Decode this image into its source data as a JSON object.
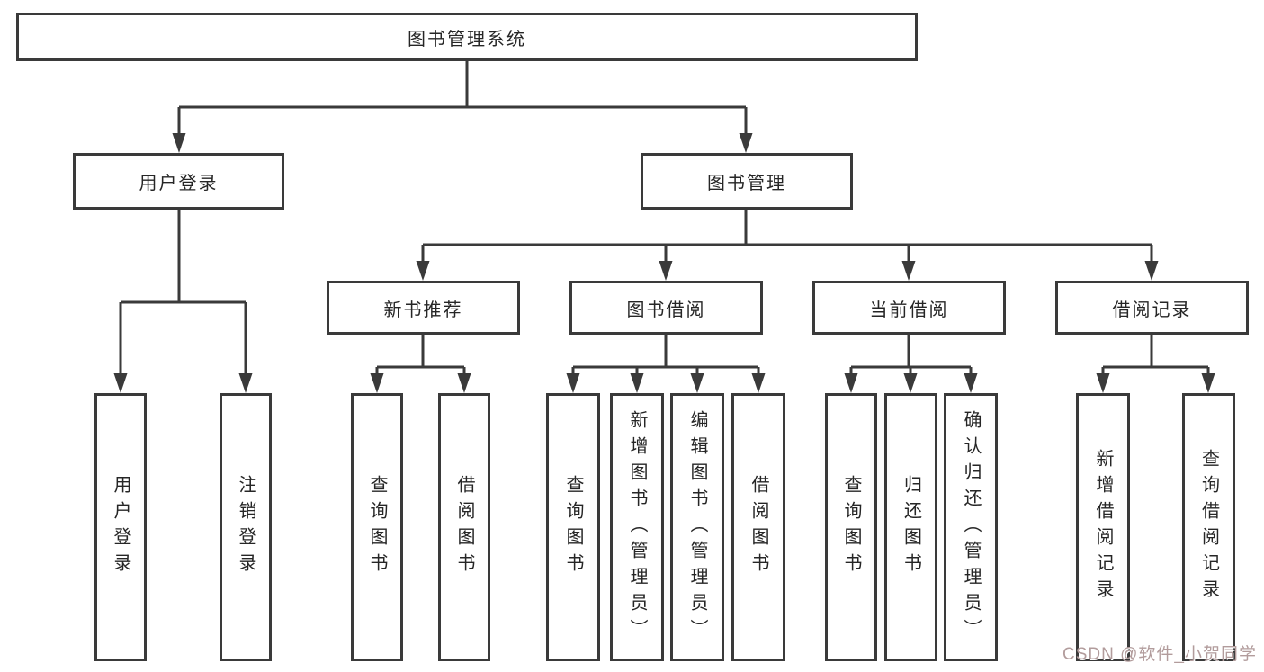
{
  "diagram": {
    "root": "图书管理系统",
    "login": "用户登录",
    "management": "图书管理",
    "login_children": [
      "用户登录",
      "注销登录"
    ],
    "groups": [
      {
        "label": "新书推荐",
        "children": [
          "查询图书",
          "借阅图书"
        ]
      },
      {
        "label": "图书借阅",
        "children": [
          "查询图书",
          "新增图书（管理员）",
          "编辑图书（管理员）",
          "借阅图书"
        ]
      },
      {
        "label": "当前借阅",
        "children": [
          "查询图书",
          "归还图书",
          "确认归还（管理员）"
        ]
      },
      {
        "label": "借阅记录",
        "children": [
          "新增借阅记录",
          "查询借阅记录"
        ]
      }
    ]
  },
  "watermark": "CSDN @软件_小贺同学",
  "colors": {
    "line": "#3a3a3a",
    "text": "#262626",
    "watermark": "#b29c9c",
    "background": "#ffffff"
  }
}
